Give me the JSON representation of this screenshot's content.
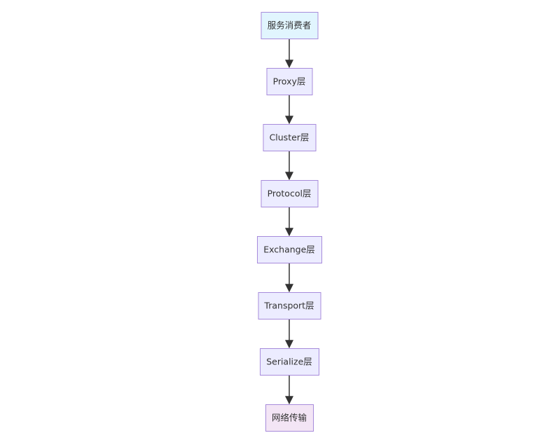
{
  "diagram": {
    "type": "flowchart",
    "direction": "top-to-bottom",
    "nodes": [
      {
        "id": "consumer",
        "label": "服务消费者",
        "fill": "#e1f5fe",
        "stroke": "#a78bdb"
      },
      {
        "id": "proxy",
        "label": "Proxy层",
        "fill": "#ececff",
        "stroke": "#a78bdb"
      },
      {
        "id": "cluster",
        "label": "Cluster层",
        "fill": "#ececff",
        "stroke": "#a78bdb"
      },
      {
        "id": "protocol",
        "label": "Protocol层",
        "fill": "#ececff",
        "stroke": "#a78bdb"
      },
      {
        "id": "exchange",
        "label": "Exchange层",
        "fill": "#ececff",
        "stroke": "#a78bdb"
      },
      {
        "id": "transport",
        "label": "Transport层",
        "fill": "#ececff",
        "stroke": "#a78bdb"
      },
      {
        "id": "serialize",
        "label": "Serialize层",
        "fill": "#ececff",
        "stroke": "#a78bdb"
      },
      {
        "id": "network",
        "label": "网络传输",
        "fill": "#f3e5f5",
        "stroke": "#a78bdb"
      }
    ],
    "edges": [
      {
        "from": "consumer",
        "to": "proxy"
      },
      {
        "from": "proxy",
        "to": "cluster"
      },
      {
        "from": "cluster",
        "to": "protocol"
      },
      {
        "from": "protocol",
        "to": "exchange"
      },
      {
        "from": "exchange",
        "to": "transport"
      },
      {
        "from": "transport",
        "to": "serialize"
      },
      {
        "from": "serialize",
        "to": "network"
      }
    ],
    "edge_color": "#333333"
  }
}
